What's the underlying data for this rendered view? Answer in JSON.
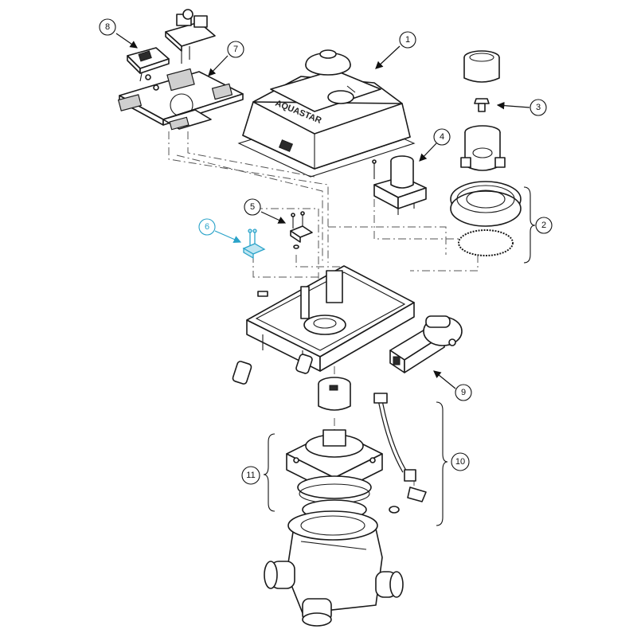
{
  "diagram": {
    "brand_label": "AQUASTAR",
    "highlight_color": "#2aa3c9",
    "callouts": [
      {
        "id": "1",
        "label": "1"
      },
      {
        "id": "2",
        "label": "2"
      },
      {
        "id": "3",
        "label": "3"
      },
      {
        "id": "4",
        "label": "4"
      },
      {
        "id": "5",
        "label": "5"
      },
      {
        "id": "6",
        "label": "6",
        "highlighted": true
      },
      {
        "id": "7",
        "label": "7"
      },
      {
        "id": "8",
        "label": "8"
      },
      {
        "id": "9",
        "label": "9"
      },
      {
        "id": "10",
        "label": "10"
      },
      {
        "id": "11",
        "label": "11"
      }
    ]
  }
}
